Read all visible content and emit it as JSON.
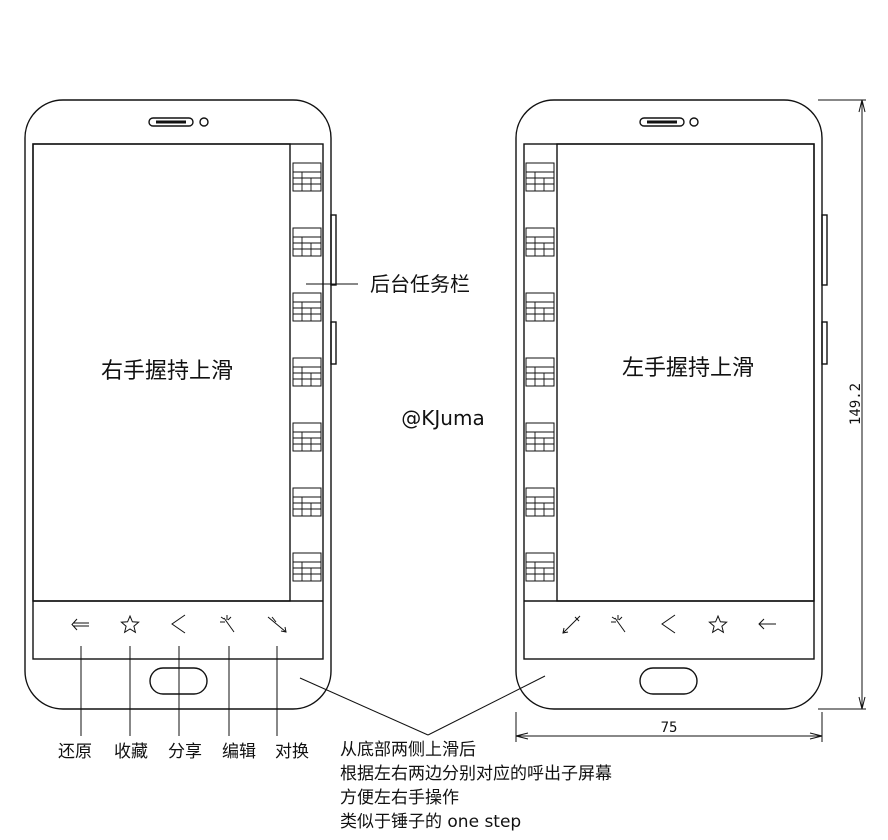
{
  "left_phone": {
    "screen_label": "右手握持上滑",
    "tray_label": "后台任务栏"
  },
  "right_phone": {
    "screen_label": "左手握持上滑"
  },
  "watermark": "@KJuma",
  "toolbar_labels": [
    "还原",
    "收藏",
    "分享",
    "编辑",
    "对换"
  ],
  "dimensions": {
    "height": "149.2",
    "width": "75"
  },
  "description_lines": [
    "从底部两侧上滑后",
    "根据左右两边分别对应的呼出子屏幕",
    "方便左右手操作",
    "类似于锤子的 one step"
  ],
  "icons": {
    "left_bar": [
      "back-arrow-icon",
      "star-icon",
      "share-icon",
      "magic-wand-icon",
      "swap-icon"
    ],
    "right_bar": [
      "swap-icon",
      "magic-wand-icon",
      "share-icon",
      "star-icon",
      "back-arrow-icon"
    ]
  }
}
